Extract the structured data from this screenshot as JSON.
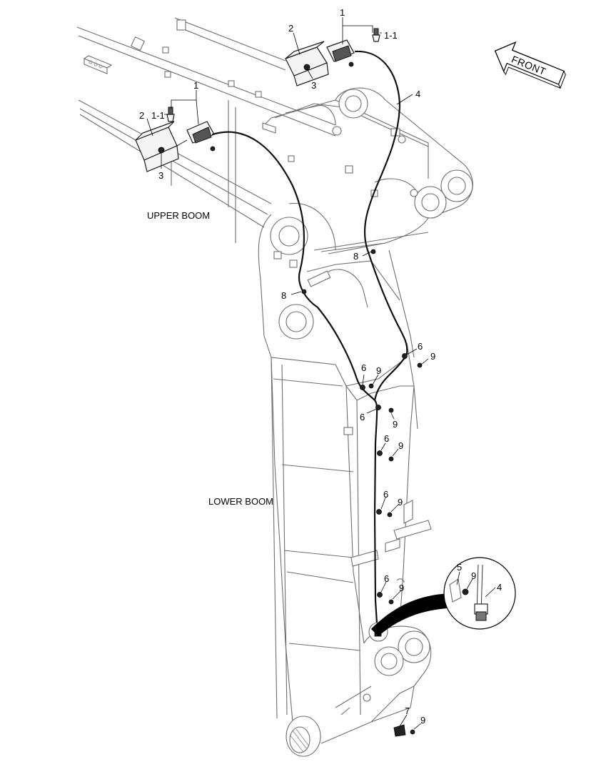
{
  "labels": {
    "upper_boom": "UPPER BOOM",
    "lower_boom": "LOWER BOOM",
    "front": "FRONT"
  },
  "callouts": {
    "c1": "1",
    "c1_1": "1-1",
    "c2": "2",
    "c3": "3",
    "c4": "4",
    "c5": "5",
    "c6": "6",
    "c7": "7",
    "c8": "8",
    "c9": "9"
  }
}
